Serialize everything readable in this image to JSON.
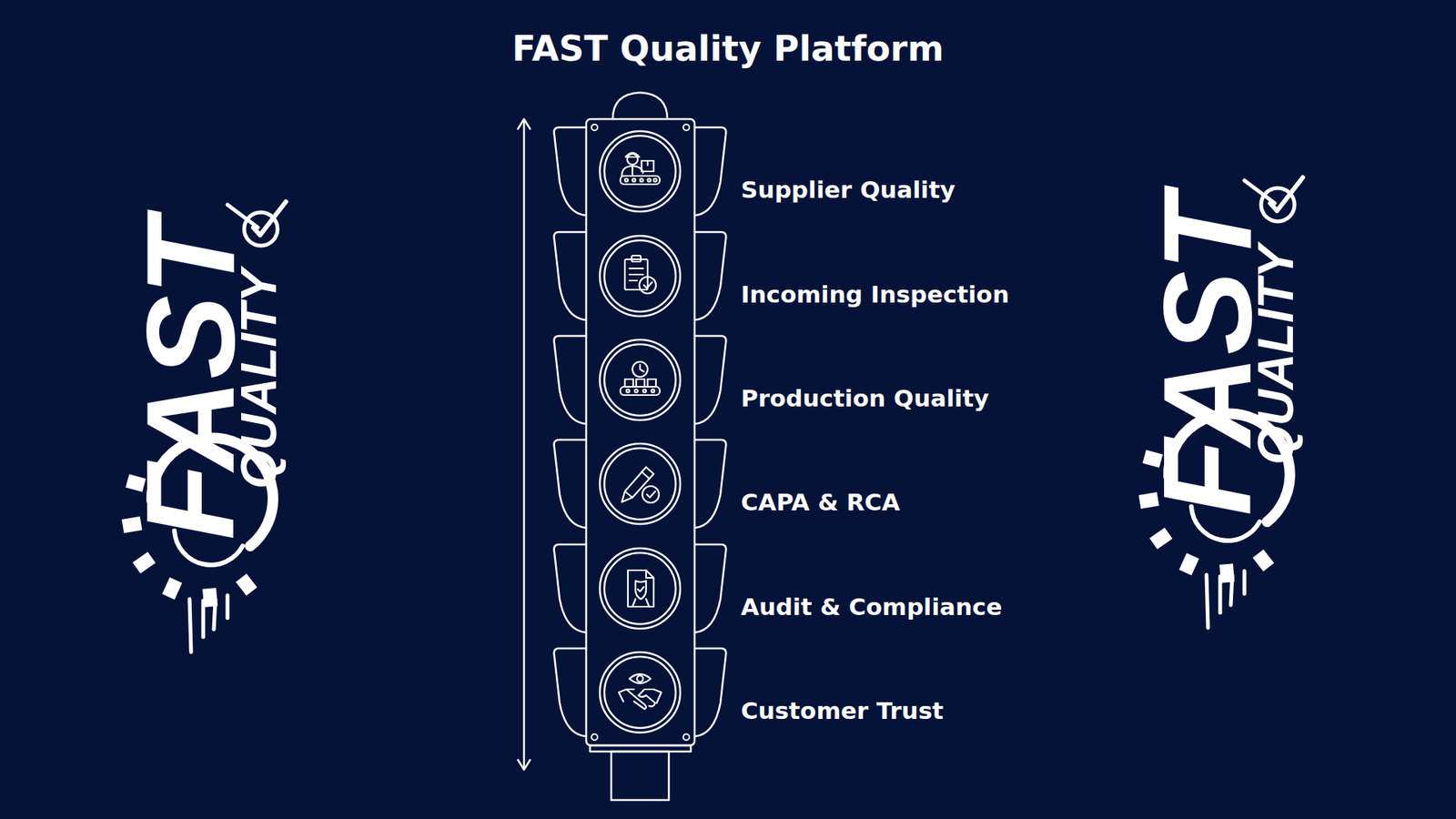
{
  "diagram": {
    "title": "FAST Quality Platform",
    "nodes": [
      {
        "text": [
          "Supplier Quality"
        ]
      },
      {
        "text": [
          "Incoming Inspection"
        ]
      },
      {
        "text": [
          "Production Quality"
        ]
      },
      {
        "text": [
          "CAPA & RCA"
        ]
      },
      {
        "text": [
          "Audit & Compliance"
        ]
      },
      {
        "text": [
          "Customer Trust"
        ]
      }
    ],
    "labels": [
      "FAST",
      "QUALITY",
      "FAST",
      "QUALITY"
    ]
  }
}
